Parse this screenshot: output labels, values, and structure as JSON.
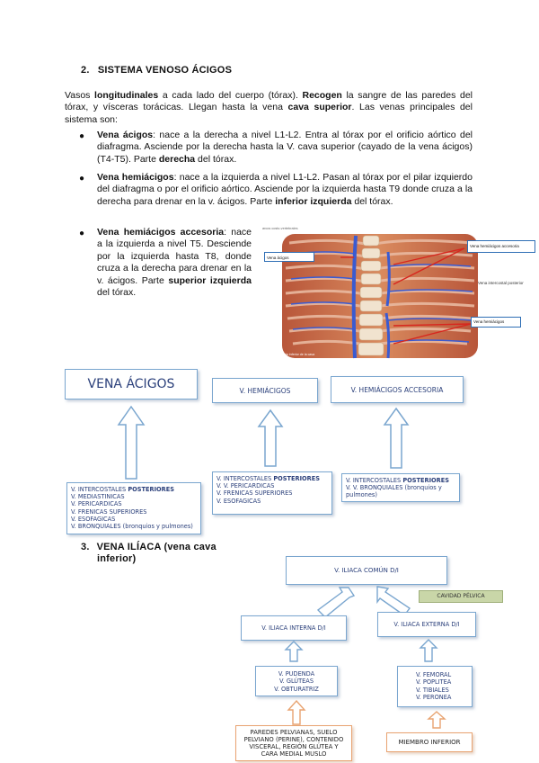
{
  "section2": {
    "number": "2.",
    "title": "SISTEMA VENOSO ÁCIGOS",
    "intro": {
      "t1": "Vasos ",
      "b1": "longitudinales",
      "t2": " a cada lado del cuerpo (tórax). ",
      "b2": "Recogen",
      "t3": " la sangre de las paredes del tórax, y vísceras torácicas. Llegan hasta la vena ",
      "b3": "cava superior",
      "t4": ". Las venas principales del sistema son:"
    },
    "bullets": [
      {
        "b1": "Vena ácigos",
        "t1": ": nace a la derecha a nivel L1-L2. Entra al tórax por el orificio aórtico del diafragma. Asciende por la derecha hasta la V. cava superior (cayado de la vena ácigos) (T4-T5). Parte ",
        "b2": "derecha",
        "t2": " del tórax."
      },
      {
        "b1": "Vena hemiácigos",
        "t1": ": nace a la izquierda a nivel L1-L2. Pasan al tórax por el pilar izquierdo del diafragma o por el orificio aórtico. Asciende por la izquierda hasta T9 donde cruza a la derecha para drenar en la v. ácigos. Parte ",
        "b2": "inferior izquierda",
        "t2": " del tórax."
      },
      {
        "b1": "Vena hemiácigos accesoria",
        "t1": ": nace a la izquierda a nivel T5. Desciende por la izquierda hasta T8, donde cruza a la derecha para drenar en la v. ácigos. Parte ",
        "b2": "superior izquierda",
        "t2": " del tórax."
      }
    ],
    "bullet_symbol": "●"
  },
  "figure": {
    "labels": {
      "top": "arcos costo-vertebrales",
      "left": "Vena ácigos",
      "right_top": "Vena hemiácigos accesoria",
      "right_mid": "Vena intercostal posterior",
      "right_bottom": "Vena hemiácigos",
      "bottom": "vía inferior de la cava"
    }
  },
  "diagram1": {
    "boxes": [
      "VENA ÁCIGOS",
      "V. HEMIÁCIGOS",
      "V. HEMIÁCIGOS ACCESORIA"
    ],
    "list1": [
      {
        "text": "V. INTERCOSTALES ",
        "bold": "POSTERIORES"
      },
      {
        "text": "V. MEDIASTINICAS"
      },
      {
        "text": "V. PERICARDICAS"
      },
      {
        "text": "V. FRENICAS SUPERIORES"
      },
      {
        "text": "V. ESOFAGICAS"
      },
      {
        "text": "V. BRONQUIALES (bronquios y pulmones)"
      }
    ],
    "list2": [
      {
        "text": "V. INTERCOSTALES ",
        "bold": "POSTERIORES"
      },
      {
        "text": "V. V. PERICARDICAS"
      },
      {
        "text": "V. FRENICAS SUPERIORES"
      },
      {
        "text": "V. ESOFAGICAS"
      }
    ],
    "list3": [
      {
        "text": "V. INTERCOSTALES ",
        "bold": "POSTERIORES"
      },
      {
        "text": "V. V. BRONQUIALES (bronquios y pulmones)"
      }
    ]
  },
  "section3": {
    "number": "3.",
    "title_line1": "VENA ILÍACA (vena cava",
    "title_line2": "inferior)"
  },
  "diagram2": {
    "common": "V. ILIACA COMÚN D/I",
    "cavity": "CAVIDAD PÉLVICA",
    "internal": "V. ILIACA INTERNA D/I",
    "external": "V. ILIACA EXTERNA D/I",
    "internal_list": [
      "V. PUDENDA",
      "V. GLÚTEAS",
      "V. OBTURATRIZ"
    ],
    "external_list": [
      "V. FEMORAL",
      "V. POPLITEA",
      "V. TIBIALES",
      "V. PERONEA"
    ],
    "pelvic_text": "PAREDES PELVIANAS, SUELO PELVIANO (PERINE), CONTENIDO VISCERAL, REGIÓN GLÚTEA Y CARA MEDIAL MUSLO",
    "lower_limb": "MIEMBRO INFERIOR"
  }
}
